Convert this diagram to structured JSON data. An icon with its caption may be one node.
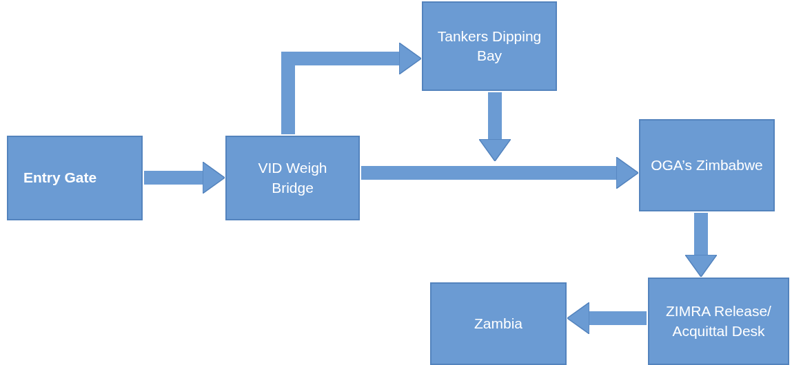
{
  "diagram": {
    "nodes": [
      {
        "text": [
          "Entry Gate"
        ]
      },
      {
        "text": [
          "VID Weigh Bridge"
        ]
      },
      {
        "text": [
          "Tankers Dipping Bay"
        ]
      },
      {
        "text": [
          "OGA’s Zimbabwe"
        ]
      },
      {
        "text": [
          "ZIMRA Release/ Acquittal Desk"
        ]
      },
      {
        "text": [
          "Zambia"
        ]
      }
    ],
    "edges": [
      {
        "from": 0,
        "to": 1,
        "arrow": "to"
      },
      {
        "from": 1,
        "to": 2,
        "arrow": "to"
      },
      {
        "from": 1,
        "to": 3,
        "arrow": "to"
      },
      {
        "from": 2,
        "to": null,
        "arrow": "to"
      },
      {
        "from": 3,
        "to": 4,
        "arrow": "to"
      },
      {
        "from": 4,
        "to": 5,
        "arrow": "to"
      }
    ]
  }
}
